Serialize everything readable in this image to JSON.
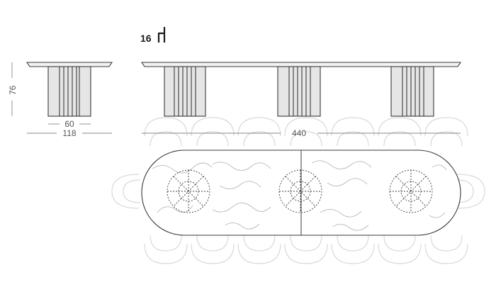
{
  "seating": {
    "count": "16",
    "icon": "chair-icon"
  },
  "dimensions": {
    "height": "76",
    "base_depth": "60",
    "top_depth": "118",
    "length": "440"
  },
  "colors": {
    "line": "#3a3a3a",
    "dim": "#888888",
    "leg_fill": "#e6e6e6",
    "chair_outline": "#d9d9d9",
    "marble_vein": "#b8b8b8"
  }
}
